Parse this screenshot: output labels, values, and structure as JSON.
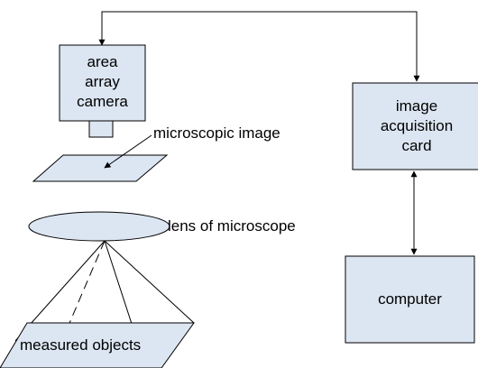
{
  "diagram": {
    "colors": {
      "box_fill": "#DCE6F2",
      "stroke": "#000000",
      "background": "#FFFFFF"
    },
    "boxes": {
      "camera": {
        "lines": [
          "area",
          "array",
          "camera"
        ]
      },
      "acquisition_card": {
        "lines": [
          "image",
          "acquisition",
          "card"
        ]
      },
      "computer": {
        "label": "computer"
      }
    },
    "labels": {
      "microscopic_image": "microscopic image",
      "lens": "lens of  microscope",
      "measured_objects": "measured objects"
    }
  }
}
